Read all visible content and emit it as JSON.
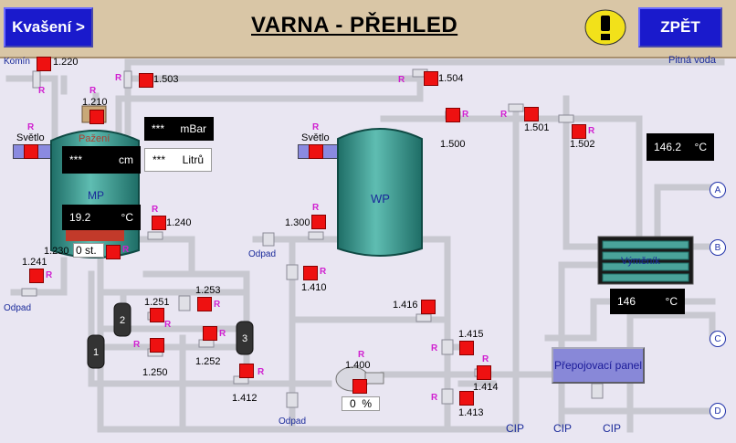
{
  "header": {
    "left_button": "Kvašení >",
    "title": "VARNA - PŘEHLED",
    "right_button": "ZPĚT"
  },
  "labels": {
    "komin": "Komín",
    "pitna_voda": "Pitná voda",
    "svetlo1": "Světlo",
    "svetlo2": "Světlo",
    "odpad1": "Odpad",
    "odpad2": "Odpad",
    "odpad3": "Odpad",
    "mp": "MP",
    "wp": "WP",
    "vymenik": "Výměník",
    "pareni": "Pažení",
    "cip1": "CIP",
    "cip2": "CIP",
    "cip3": "CIP",
    "panel": "Přepojovací panel",
    "r": "R"
  },
  "valves": {
    "v1220": "1.220",
    "v1503": "1.503",
    "v1504": "1.504",
    "v1210": "1.210",
    "v1500": "1.500",
    "v1501": "1.501",
    "v1502": "1.502",
    "v1300": "1.300",
    "v1240": "1.240",
    "v1230": "1.230",
    "v1241": "1.241",
    "v1410": "1.410",
    "v1253": "1.253",
    "v1251": "1.251",
    "v1250": "1.250",
    "v1252": "1.252",
    "v1416": "1.416",
    "v1415": "1.415",
    "v1400": "1.400",
    "v1414": "1.414",
    "v1412": "1.412",
    "v1413": "1.413"
  },
  "displays": {
    "pressure_value": "***",
    "pressure_unit": "mBar",
    "level_value": "***",
    "level_unit": "cm",
    "volume_value": "***",
    "volume_unit": "Litrů",
    "mp_temp_value": "19.2",
    "mp_temp_unit": "°C",
    "heater_state": "0 st.",
    "hx_temp_top_value": "146.2",
    "hx_temp_top_unit": "°C",
    "hx_temp_bottom_value": "146",
    "hx_temp_bottom_unit": "°C",
    "pump_value": "0",
    "pump_unit": "%"
  },
  "connectors": [
    "A",
    "B",
    "C",
    "D"
  ],
  "small_tanks": [
    "1",
    "2",
    "3"
  ],
  "colors": {
    "header_bg": "#d9c6a6",
    "button_blue": "#1a1acc",
    "valve_red": "#ee1111",
    "tank_teal": "#2a8a80",
    "pipe": "#cfcfd6"
  }
}
